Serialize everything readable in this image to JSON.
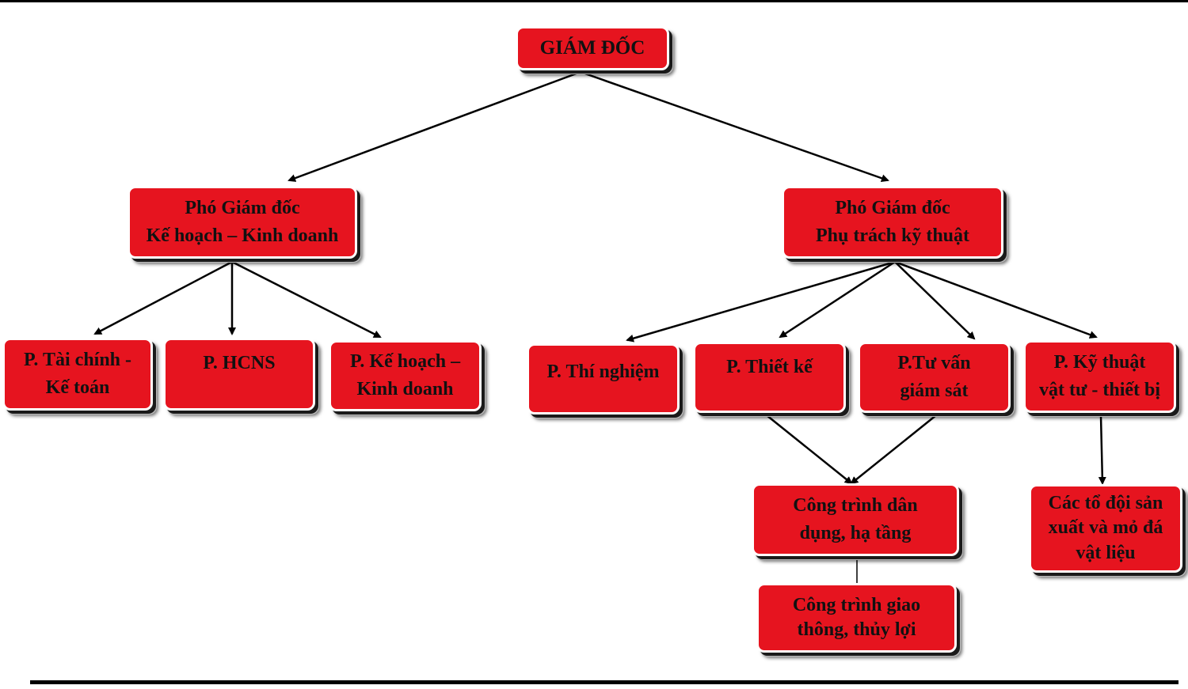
{
  "colors": {
    "box_fill": "#e6141f",
    "box_text": "#111111",
    "connector": "#000000"
  },
  "nodes": {
    "director": {
      "lines": [
        "GIÁM ĐỐC"
      ]
    },
    "deputy_business": {
      "lines": [
        "Phó Giám đốc",
        "Kế hoạch – Kinh doanh"
      ]
    },
    "deputy_technical": {
      "lines": [
        "Phó Giám đốc",
        "Phụ trách kỹ thuật"
      ]
    },
    "finance": {
      "lines": [
        "P. Tài chính -",
        "Kế toán"
      ]
    },
    "hr": {
      "lines": [
        "P. HCNS"
      ]
    },
    "planning": {
      "lines": [
        "P. Kế hoạch –",
        "Kinh doanh"
      ]
    },
    "testing": {
      "lines": [
        "P. Thí nghiệm"
      ]
    },
    "design": {
      "lines": [
        "P. Thiết kế"
      ]
    },
    "supervision": {
      "lines": [
        "P.Tư vấn",
        "giám sát"
      ]
    },
    "materials": {
      "lines": [
        "P. Kỹ thuật",
        "vật tư - thiết bị"
      ]
    },
    "civil_works": {
      "lines": [
        "Công trình dân",
        "dụng, hạ tầng"
      ]
    },
    "transport_works": {
      "lines": [
        "Công trình giao",
        "thông, thủy lợi"
      ]
    },
    "production_teams": {
      "lines": [
        "Các tổ đội sản",
        "xuất và mỏ đá",
        "vật liệu"
      ]
    }
  },
  "edges": [
    {
      "from": "director",
      "to": "deputy_business",
      "arrow": true
    },
    {
      "from": "director",
      "to": "deputy_technical",
      "arrow": true
    },
    {
      "from": "deputy_business",
      "to": "finance",
      "arrow": true
    },
    {
      "from": "deputy_business",
      "to": "hr",
      "arrow": true
    },
    {
      "from": "deputy_business",
      "to": "planning",
      "arrow": true
    },
    {
      "from": "deputy_technical",
      "to": "testing",
      "arrow": true
    },
    {
      "from": "deputy_technical",
      "to": "design",
      "arrow": true
    },
    {
      "from": "deputy_technical",
      "to": "supervision",
      "arrow": true
    },
    {
      "from": "deputy_technical",
      "to": "materials",
      "arrow": true
    },
    {
      "from": "design",
      "to": "civil_works",
      "arrow": true
    },
    {
      "from": "supervision",
      "to": "civil_works",
      "arrow": true
    },
    {
      "from": "materials",
      "to": "production_teams",
      "arrow": true
    },
    {
      "from": "civil_works",
      "to": "transport_works",
      "arrow": false
    }
  ]
}
